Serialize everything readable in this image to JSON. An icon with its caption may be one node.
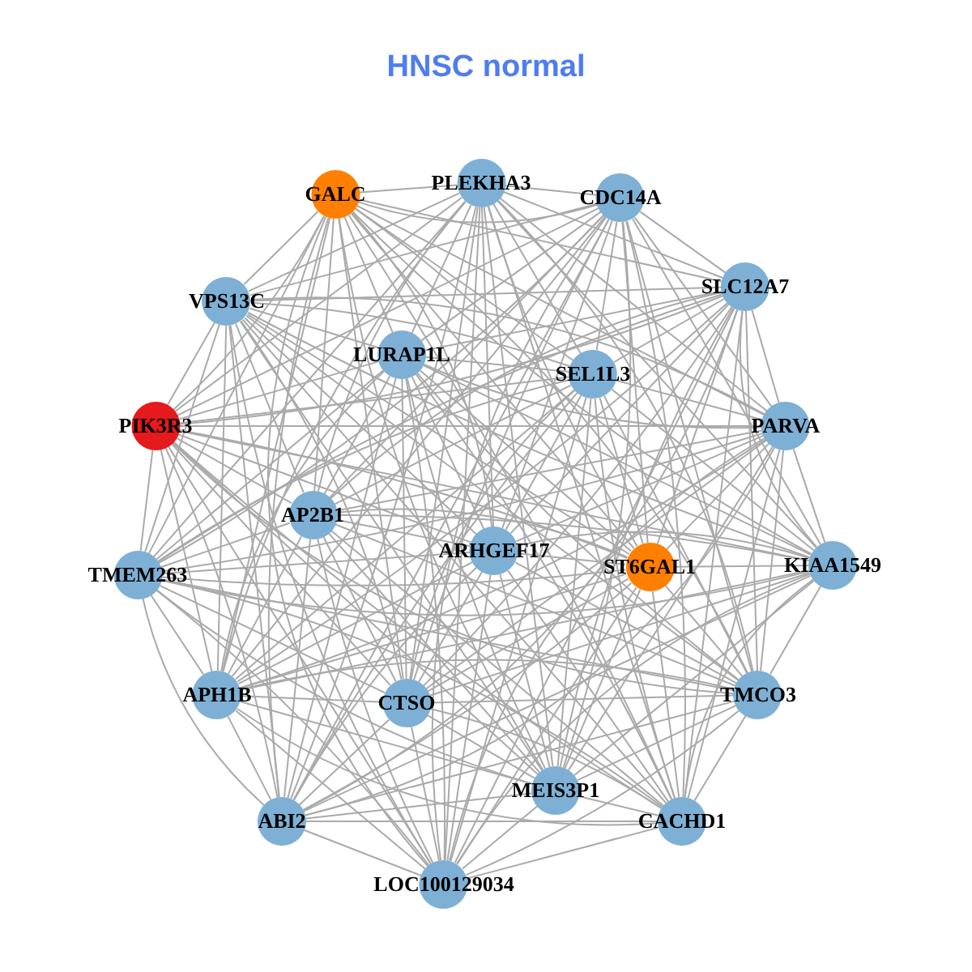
{
  "diagram": {
    "title": "HNSC normal",
    "nodes": [
      {
        "text": [
          "GALC"
        ]
      },
      {
        "text": [
          "PLEKHA3"
        ]
      },
      {
        "text": [
          "CDC14A"
        ]
      },
      {
        "text": [
          "SLC12A7"
        ]
      },
      {
        "text": [
          "VPS13C"
        ]
      },
      {
        "text": [
          "LURAP1L"
        ]
      },
      {
        "text": [
          "SEL1L3"
        ]
      },
      {
        "text": [
          "PIK3R3"
        ]
      },
      {
        "text": [
          "PARVA"
        ]
      },
      {
        "text": [
          "AP2B1"
        ]
      },
      {
        "text": [
          "ARHGEF17"
        ]
      },
      {
        "text": [
          "ST6GAL1"
        ]
      },
      {
        "text": [
          "KIAA1549"
        ]
      },
      {
        "text": [
          "TMEM263"
        ]
      },
      {
        "text": [
          "APH1B"
        ]
      },
      {
        "text": [
          "CTSO"
        ]
      },
      {
        "text": [
          "TMCO3"
        ]
      },
      {
        "text": [
          "MEIS3P1"
        ]
      },
      {
        "text": [
          "ABI2"
        ]
      },
      {
        "text": [
          "CACHD1"
        ]
      },
      {
        "text": [
          "LOC100129034"
        ]
      }
    ],
    "edges": [
      {
        "from": 0,
        "to": 1,
        "arrow": "none"
      },
      {
        "from": 0,
        "to": 2,
        "arrow": "none"
      },
      {
        "from": 0,
        "to": 3,
        "arrow": "none"
      },
      {
        "from": 0,
        "to": 4,
        "arrow": "none"
      },
      {
        "from": 0,
        "to": 5,
        "arrow": "none"
      },
      {
        "from": 0,
        "to": 6,
        "arrow": "none"
      },
      {
        "from": 0,
        "to": 7,
        "arrow": "none"
      },
      {
        "from": 0,
        "to": 8,
        "arrow": "none"
      },
      {
        "from": 0,
        "to": 9,
        "arrow": "none"
      },
      {
        "from": 0,
        "to": 10,
        "arrow": "none"
      },
      {
        "from": 0,
        "to": 11,
        "arrow": "none"
      },
      {
        "from": 0,
        "to": 12,
        "arrow": "none"
      },
      {
        "from": 0,
        "to": 13,
        "arrow": "none"
      },
      {
        "from": 0,
        "to": 14,
        "arrow": "none"
      },
      {
        "from": 0,
        "to": 15,
        "arrow": "none"
      },
      {
        "from": 0,
        "to": 16,
        "arrow": "none"
      },
      {
        "from": 0,
        "to": 17,
        "arrow": "none"
      },
      {
        "from": 0,
        "to": 18,
        "arrow": "none"
      },
      {
        "from": 0,
        "to": 19,
        "arrow": "none"
      },
      {
        "from": 0,
        "to": 20,
        "arrow": "none"
      },
      {
        "from": 1,
        "to": 2,
        "arrow": "none"
      },
      {
        "from": 1,
        "to": 3,
        "arrow": "none"
      },
      {
        "from": 1,
        "to": 4,
        "arrow": "none"
      },
      {
        "from": 1,
        "to": 5,
        "arrow": "none"
      },
      {
        "from": 1,
        "to": 6,
        "arrow": "none"
      },
      {
        "from": 1,
        "to": 7,
        "arrow": "none"
      },
      {
        "from": 1,
        "to": 8,
        "arrow": "none"
      },
      {
        "from": 1,
        "to": 9,
        "arrow": "none"
      },
      {
        "from": 1,
        "to": 10,
        "arrow": "none"
      },
      {
        "from": 1,
        "to": 11,
        "arrow": "none"
      },
      {
        "from": 1,
        "to": 12,
        "arrow": "none"
      },
      {
        "from": 1,
        "to": 13,
        "arrow": "none"
      },
      {
        "from": 1,
        "to": 14,
        "arrow": "none"
      },
      {
        "from": 1,
        "to": 15,
        "arrow": "none"
      },
      {
        "from": 1,
        "to": 16,
        "arrow": "none"
      },
      {
        "from": 1,
        "to": 17,
        "arrow": "none"
      },
      {
        "from": 1,
        "to": 18,
        "arrow": "none"
      },
      {
        "from": 1,
        "to": 19,
        "arrow": "none"
      },
      {
        "from": 1,
        "to": 20,
        "arrow": "none"
      },
      {
        "from": 2,
        "to": 3,
        "arrow": "none"
      },
      {
        "from": 2,
        "to": 4,
        "arrow": "none"
      },
      {
        "from": 2,
        "to": 5,
        "arrow": "none"
      },
      {
        "from": 2,
        "to": 6,
        "arrow": "none"
      },
      {
        "from": 2,
        "to": 7,
        "arrow": "none"
      },
      {
        "from": 2,
        "to": 8,
        "arrow": "none"
      },
      {
        "from": 2,
        "to": 9,
        "arrow": "none"
      },
      {
        "from": 2,
        "to": 10,
        "arrow": "none"
      },
      {
        "from": 2,
        "to": 11,
        "arrow": "none"
      },
      {
        "from": 2,
        "to": 12,
        "arrow": "none"
      },
      {
        "from": 2,
        "to": 13,
        "arrow": "none"
      },
      {
        "from": 2,
        "to": 14,
        "arrow": "none"
      },
      {
        "from": 2,
        "to": 15,
        "arrow": "none"
      },
      {
        "from": 2,
        "to": 16,
        "arrow": "none"
      },
      {
        "from": 2,
        "to": 17,
        "arrow": "none"
      },
      {
        "from": 2,
        "to": 18,
        "arrow": "none"
      },
      {
        "from": 2,
        "to": 19,
        "arrow": "none"
      },
      {
        "from": 2,
        "to": 20,
        "arrow": "none"
      },
      {
        "from": 3,
        "to": 4,
        "arrow": "none"
      },
      {
        "from": 3,
        "to": 5,
        "arrow": "none"
      },
      {
        "from": 3,
        "to": 6,
        "arrow": "none"
      },
      {
        "from": 3,
        "to": 7,
        "arrow": "none"
      },
      {
        "from": 3,
        "to": 8,
        "arrow": "none"
      },
      {
        "from": 3,
        "to": 9,
        "arrow": "none"
      },
      {
        "from": 3,
        "to": 10,
        "arrow": "none"
      },
      {
        "from": 3,
        "to": 11,
        "arrow": "none"
      },
      {
        "from": 3,
        "to": 12,
        "arrow": "none"
      },
      {
        "from": 3,
        "to": 13,
        "arrow": "none"
      },
      {
        "from": 3,
        "to": 14,
        "arrow": "none"
      },
      {
        "from": 3,
        "to": 15,
        "arrow": "none"
      },
      {
        "from": 3,
        "to": 16,
        "arrow": "none"
      },
      {
        "from": 3,
        "to": 17,
        "arrow": "none"
      },
      {
        "from": 3,
        "to": 18,
        "arrow": "none"
      },
      {
        "from": 3,
        "to": 19,
        "arrow": "none"
      },
      {
        "from": 3,
        "to": 20,
        "arrow": "none"
      },
      {
        "from": 4,
        "to": 5,
        "arrow": "none"
      },
      {
        "from": 4,
        "to": 6,
        "arrow": "none"
      },
      {
        "from": 4,
        "to": 7,
        "arrow": "none"
      },
      {
        "from": 4,
        "to": 8,
        "arrow": "none"
      },
      {
        "from": 4,
        "to": 9,
        "arrow": "none"
      },
      {
        "from": 4,
        "to": 10,
        "arrow": "none"
      },
      {
        "from": 4,
        "to": 11,
        "arrow": "none"
      },
      {
        "from": 4,
        "to": 12,
        "arrow": "none"
      },
      {
        "from": 4,
        "to": 13,
        "arrow": "none"
      },
      {
        "from": 4,
        "to": 14,
        "arrow": "none"
      },
      {
        "from": 4,
        "to": 15,
        "arrow": "none"
      },
      {
        "from": 4,
        "to": 16,
        "arrow": "none"
      },
      {
        "from": 4,
        "to": 17,
        "arrow": "none"
      },
      {
        "from": 4,
        "to": 18,
        "arrow": "none"
      },
      {
        "from": 4,
        "to": 19,
        "arrow": "none"
      },
      {
        "from": 4,
        "to": 20,
        "arrow": "none"
      },
      {
        "from": 5,
        "to": 6,
        "arrow": "none"
      },
      {
        "from": 5,
        "to": 7,
        "arrow": "none"
      },
      {
        "from": 5,
        "to": 8,
        "arrow": "none"
      },
      {
        "from": 5,
        "to": 9,
        "arrow": "none"
      },
      {
        "from": 5,
        "to": 10,
        "arrow": "none"
      },
      {
        "from": 5,
        "to": 11,
        "arrow": "none"
      },
      {
        "from": 5,
        "to": 12,
        "arrow": "none"
      },
      {
        "from": 5,
        "to": 13,
        "arrow": "none"
      },
      {
        "from": 5,
        "to": 14,
        "arrow": "none"
      },
      {
        "from": 5,
        "to": 15,
        "arrow": "none"
      },
      {
        "from": 5,
        "to": 16,
        "arrow": "none"
      },
      {
        "from": 5,
        "to": 17,
        "arrow": "none"
      },
      {
        "from": 5,
        "to": 18,
        "arrow": "none"
      },
      {
        "from": 5,
        "to": 19,
        "arrow": "none"
      },
      {
        "from": 5,
        "to": 20,
        "arrow": "none"
      },
      {
        "from": 6,
        "to": 7,
        "arrow": "none"
      },
      {
        "from": 6,
        "to": 8,
        "arrow": "none"
      },
      {
        "from": 6,
        "to": 9,
        "arrow": "none"
      },
      {
        "from": 6,
        "to": 10,
        "arrow": "none"
      },
      {
        "from": 6,
        "to": 11,
        "arrow": "none"
      },
      {
        "from": 6,
        "to": 12,
        "arrow": "none"
      },
      {
        "from": 6,
        "to": 13,
        "arrow": "none"
      },
      {
        "from": 6,
        "to": 14,
        "arrow": "none"
      },
      {
        "from": 6,
        "to": 15,
        "arrow": "none"
      },
      {
        "from": 6,
        "to": 16,
        "arrow": "none"
      },
      {
        "from": 6,
        "to": 17,
        "arrow": "none"
      },
      {
        "from": 6,
        "to": 18,
        "arrow": "none"
      },
      {
        "from": 6,
        "to": 19,
        "arrow": "none"
      },
      {
        "from": 6,
        "to": 20,
        "arrow": "none"
      },
      {
        "from": 7,
        "to": 8,
        "arrow": "none"
      },
      {
        "from": 7,
        "to": 9,
        "arrow": "none"
      },
      {
        "from": 7,
        "to": 10,
        "arrow": "none"
      },
      {
        "from": 7,
        "to": 11,
        "arrow": "none"
      },
      {
        "from": 7,
        "to": 12,
        "arrow": "none"
      },
      {
        "from": 7,
        "to": 13,
        "arrow": "none"
      },
      {
        "from": 7,
        "to": 14,
        "arrow": "none"
      },
      {
        "from": 7,
        "to": 15,
        "arrow": "none"
      },
      {
        "from": 7,
        "to": 16,
        "arrow": "none"
      },
      {
        "from": 7,
        "to": 17,
        "arrow": "none"
      },
      {
        "from": 7,
        "to": 18,
        "arrow": "none"
      },
      {
        "from": 7,
        "to": 19,
        "arrow": "none"
      },
      {
        "from": 7,
        "to": 20,
        "arrow": "none"
      },
      {
        "from": 8,
        "to": 9,
        "arrow": "none"
      },
      {
        "from": 8,
        "to": 10,
        "arrow": "none"
      },
      {
        "from": 8,
        "to": 11,
        "arrow": "none"
      },
      {
        "from": 8,
        "to": 12,
        "arrow": "none"
      },
      {
        "from": 8,
        "to": 13,
        "arrow": "none"
      },
      {
        "from": 8,
        "to": 14,
        "arrow": "none"
      },
      {
        "from": 8,
        "to": 15,
        "arrow": "none"
      },
      {
        "from": 8,
        "to": 16,
        "arrow": "none"
      },
      {
        "from": 8,
        "to": 17,
        "arrow": "none"
      },
      {
        "from": 8,
        "to": 18,
        "arrow": "none"
      },
      {
        "from": 8,
        "to": 19,
        "arrow": "none"
      },
      {
        "from": 8,
        "to": 20,
        "arrow": "none"
      },
      {
        "from": 9,
        "to": 10,
        "arrow": "none"
      },
      {
        "from": 9,
        "to": 11,
        "arrow": "none"
      },
      {
        "from": 9,
        "to": 12,
        "arrow": "none"
      },
      {
        "from": 9,
        "to": 13,
        "arrow": "none"
      },
      {
        "from": 9,
        "to": 14,
        "arrow": "none"
      },
      {
        "from": 9,
        "to": 15,
        "arrow": "none"
      },
      {
        "from": 9,
        "to": 16,
        "arrow": "none"
      },
      {
        "from": 9,
        "to": 17,
        "arrow": "none"
      },
      {
        "from": 9,
        "to": 18,
        "arrow": "none"
      },
      {
        "from": 9,
        "to": 19,
        "arrow": "none"
      },
      {
        "from": 9,
        "to": 20,
        "arrow": "none"
      },
      {
        "from": 10,
        "to": 11,
        "arrow": "none"
      },
      {
        "from": 10,
        "to": 12,
        "arrow": "none"
      },
      {
        "from": 10,
        "to": 13,
        "arrow": "none"
      },
      {
        "from": 10,
        "to": 14,
        "arrow": "none"
      },
      {
        "from": 10,
        "to": 15,
        "arrow": "none"
      },
      {
        "from": 10,
        "to": 16,
        "arrow": "none"
      },
      {
        "from": 10,
        "to": 17,
        "arrow": "none"
      },
      {
        "from": 10,
        "to": 18,
        "arrow": "none"
      },
      {
        "from": 10,
        "to": 19,
        "arrow": "none"
      },
      {
        "from": 10,
        "to": 20,
        "arrow": "none"
      },
      {
        "from": 11,
        "to": 12,
        "arrow": "none"
      },
      {
        "from": 11,
        "to": 13,
        "arrow": "none"
      },
      {
        "from": 11,
        "to": 14,
        "arrow": "none"
      },
      {
        "from": 11,
        "to": 15,
        "arrow": "none"
      },
      {
        "from": 11,
        "to": 16,
        "arrow": "none"
      },
      {
        "from": 11,
        "to": 17,
        "arrow": "none"
      },
      {
        "from": 11,
        "to": 18,
        "arrow": "none"
      },
      {
        "from": 11,
        "to": 19,
        "arrow": "none"
      },
      {
        "from": 11,
        "to": 20,
        "arrow": "none"
      },
      {
        "from": 12,
        "to": 13,
        "arrow": "none"
      },
      {
        "from": 12,
        "to": 14,
        "arrow": "none"
      },
      {
        "from": 12,
        "to": 15,
        "arrow": "none"
      },
      {
        "from": 12,
        "to": 16,
        "arrow": "none"
      },
      {
        "from": 12,
        "to": 17,
        "arrow": "none"
      },
      {
        "from": 12,
        "to": 18,
        "arrow": "none"
      },
      {
        "from": 12,
        "to": 19,
        "arrow": "none"
      },
      {
        "from": 12,
        "to": 20,
        "arrow": "none"
      },
      {
        "from": 13,
        "to": 14,
        "arrow": "none"
      },
      {
        "from": 13,
        "to": 15,
        "arrow": "none"
      },
      {
        "from": 13,
        "to": 16,
        "arrow": "none"
      },
      {
        "from": 13,
        "to": 17,
        "arrow": "none"
      },
      {
        "from": 13,
        "to": 18,
        "arrow": "none"
      },
      {
        "from": 13,
        "to": 19,
        "arrow": "none"
      },
      {
        "from": 13,
        "to": 20,
        "arrow": "none"
      },
      {
        "from": 14,
        "to": 15,
        "arrow": "none"
      },
      {
        "from": 14,
        "to": 16,
        "arrow": "none"
      },
      {
        "from": 14,
        "to": 17,
        "arrow": "none"
      },
      {
        "from": 14,
        "to": 18,
        "arrow": "none"
      },
      {
        "from": 14,
        "to": 19,
        "arrow": "none"
      },
      {
        "from": 14,
        "to": 20,
        "arrow": "none"
      },
      {
        "from": 15,
        "to": 16,
        "arrow": "none"
      },
      {
        "from": 15,
        "to": 17,
        "arrow": "none"
      },
      {
        "from": 15,
        "to": 18,
        "arrow": "none"
      },
      {
        "from": 15,
        "to": 19,
        "arrow": "none"
      },
      {
        "from": 15,
        "to": 20,
        "arrow": "none"
      },
      {
        "from": 16,
        "to": 17,
        "arrow": "none"
      },
      {
        "from": 16,
        "to": 18,
        "arrow": "none"
      },
      {
        "from": 16,
        "to": 19,
        "arrow": "none"
      },
      {
        "from": 16,
        "to": 20,
        "arrow": "none"
      },
      {
        "from": 17,
        "to": 18,
        "arrow": "none"
      },
      {
        "from": 17,
        "to": 19,
        "arrow": "none"
      },
      {
        "from": 17,
        "to": 20,
        "arrow": "none"
      },
      {
        "from": 18,
        "to": 19,
        "arrow": "none"
      },
      {
        "from": 18,
        "to": 20,
        "arrow": "none"
      },
      {
        "from": 19,
        "to": 20,
        "arrow": "none"
      }
    ]
  }
}
